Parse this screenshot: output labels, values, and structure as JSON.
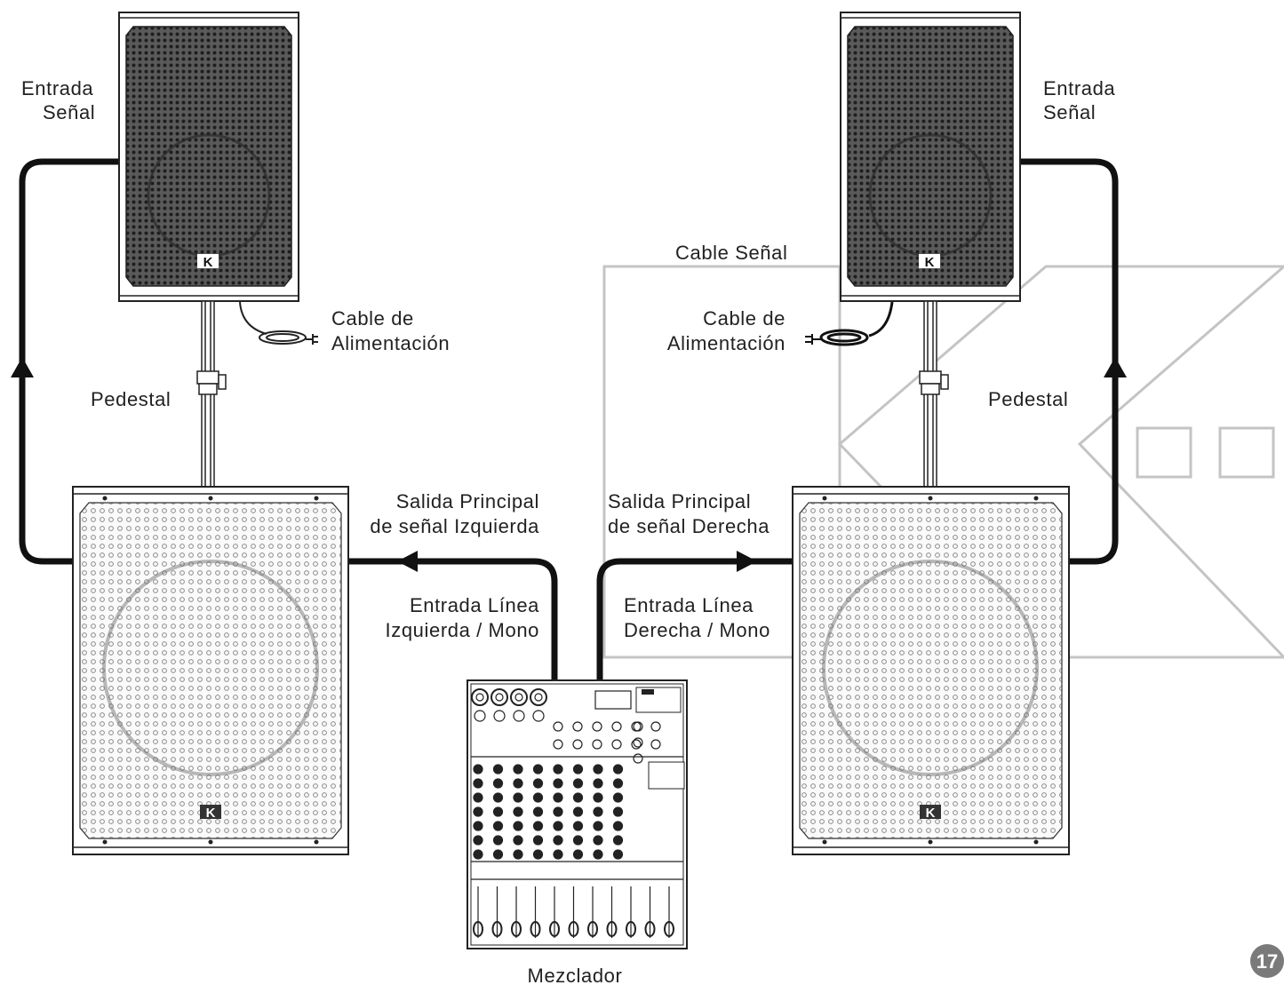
{
  "labels": {
    "entrada_senal_left_1": "Entrada",
    "entrada_senal_left_2": "Señal",
    "entrada_senal_right_1": "Entrada",
    "entrada_senal_right_2": "Señal",
    "cable_senal": "Cable Señal",
    "cable_alim_left_1": "Cable de",
    "cable_alim_left_2": "Alimentación",
    "cable_alim_right_1": "Cable de",
    "cable_alim_right_2": "Alimentación",
    "pedestal_left": "Pedestal",
    "pedestal_right": "Pedestal",
    "salida_izq_1": "Salida Principal",
    "salida_izq_2": "de señal Izquierda",
    "salida_der_1": "Salida Principal",
    "salida_der_2": "de señal Derecha",
    "entrada_linea_izq_1": "Entrada Línea",
    "entrada_linea_izq_2": "Izquierda / Mono",
    "entrada_linea_der_1": "Entrada Línea",
    "entrada_linea_der_2": "Derecha / Mono",
    "mezclador": "Mezclador"
  },
  "page_number": "17",
  "brand_badge": "K",
  "colors": {
    "cable": "#111111",
    "speaker_face": "#4a4a4a",
    "sub_face": "#f2f2f2",
    "watermark": "#c4c4c4",
    "page_badge": "#7a7a7a"
  }
}
